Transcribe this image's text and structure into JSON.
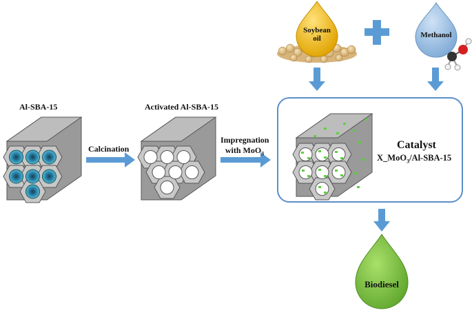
{
  "labels": {
    "al_sba15": "Al-SBA-15",
    "activated": "Activated Al-SBA-15",
    "calcination": "Calcination",
    "impregnation_line1": "Impregnation",
    "impregnation_line2": "with MoO",
    "impregnation_sub": "3",
    "soybean_line1": "Soybean",
    "soybean_line2": "oil",
    "methanol": "Methanol",
    "catalyst_title": "Catalyst",
    "catalyst_formula_a": "X_MoO",
    "catalyst_formula_sub": "3",
    "catalyst_formula_b": "/Al-SBA-15",
    "biodiesel": "Biodiesel"
  },
  "colors": {
    "arrow": "#5b9bd5",
    "box_border": "#5b8ec9",
    "oil_drop": "#f5b700",
    "methanol_drop": "#8fb8e0",
    "biodiesel_drop": "#7cc142",
    "pore_fill": "#2a8ab0",
    "moo3_dot": "#5cd13a"
  },
  "icons": [
    "plus-icon",
    "methanol-molecule-icon",
    "soybean-pile-icon"
  ]
}
